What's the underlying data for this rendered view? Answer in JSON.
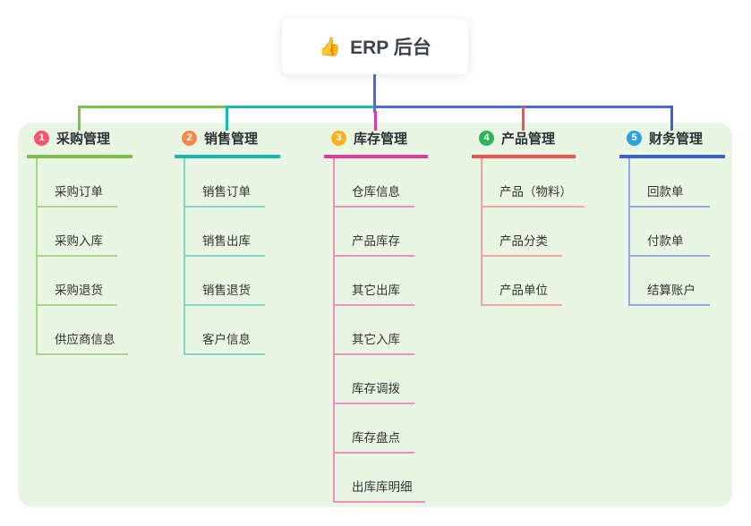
{
  "root": {
    "icon": "👍",
    "label": "ERP 后台"
  },
  "colors": {
    "page_bg": "#ffffff",
    "panel_bg": "#e9f6e4",
    "root_line": "#5069da",
    "root_text": "#3d434e"
  },
  "branches": [
    {
      "number": "1",
      "title": "采购管理",
      "badge_color": "#f2586e",
      "line_color": "#7fc04c",
      "sub_line_color": "#abd688",
      "items": [
        "采购订单",
        "采购入库",
        "采购退货",
        "供应商信息"
      ]
    },
    {
      "number": "2",
      "title": "销售管理",
      "badge_color": "#f18a4b",
      "line_color": "#17b9b1",
      "sub_line_color": "#82d3cc",
      "items": [
        "销售订单",
        "销售出库",
        "销售退货",
        "客户信息"
      ]
    },
    {
      "number": "3",
      "title": "库存管理",
      "badge_color": "#ffb021",
      "line_color": "#e13ba1",
      "sub_line_color": "#f08ec4",
      "items": [
        "仓库信息",
        "产品库存",
        "其它出库",
        "其它入库",
        "库存调拨",
        "库存盘点",
        "出库库明细"
      ]
    },
    {
      "number": "4",
      "title": "产品管理",
      "badge_color": "#2fb457",
      "line_color": "#f05352",
      "sub_line_color": "#f8a3a0",
      "items": [
        "产品（物料）",
        "产品分类",
        "产品单位"
      ]
    },
    {
      "number": "5",
      "title": "财务管理",
      "badge_color": "#2aa3e0",
      "line_color": "#3b60d1",
      "sub_line_color": "#94a9e2",
      "items": [
        "回款单",
        "付款单",
        "结算账户"
      ]
    }
  ]
}
